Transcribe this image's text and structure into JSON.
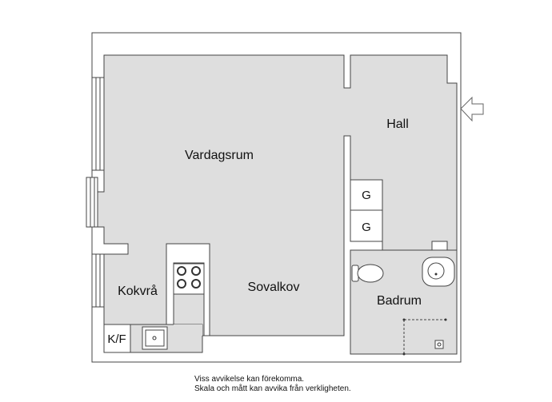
{
  "plan": {
    "colors": {
      "floor": "#dedede",
      "wall": "#ffffff",
      "outline": "#444444",
      "fixture": "#ffffff",
      "burner": "#333333"
    },
    "rooms": {
      "vardagsrum": "Vardagsrum",
      "hall": "Hall",
      "kokvra": "Kokvrå",
      "sovalkov": "Sovalkov",
      "badrum": "Badrum"
    },
    "fixtures": {
      "wardrobe_top": "G",
      "wardrobe_bottom": "G",
      "fridge_freezer": "K/F"
    },
    "icons": {
      "entrance": "entrance-arrow-icon",
      "stove": "stove-icon",
      "sink": "sink-icon",
      "toilet": "toilet-icon",
      "washbasin": "washbasin-icon",
      "shower": "shower-icon"
    }
  },
  "disclaimer": {
    "line1": "Viss avvikelse kan förekomma.",
    "line2": "Skala och mått kan avvika från verkligheten."
  }
}
